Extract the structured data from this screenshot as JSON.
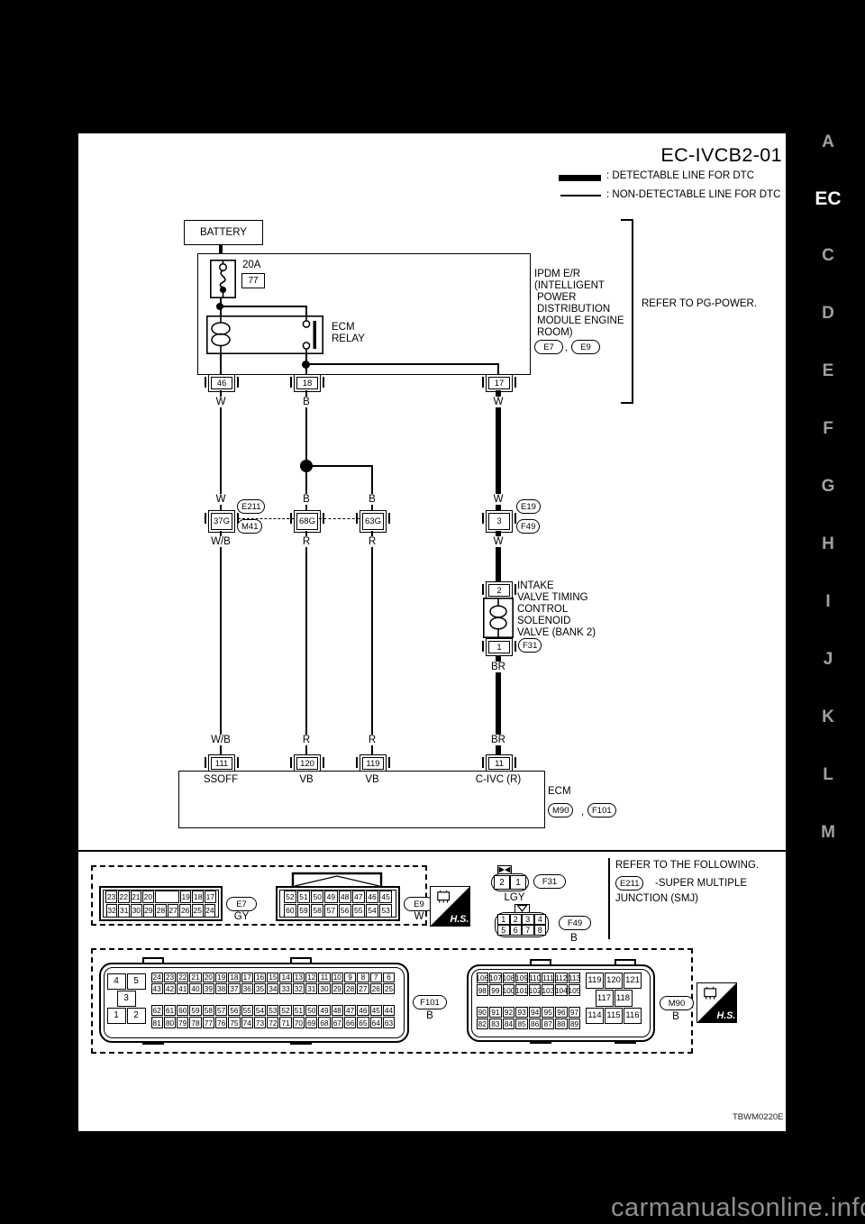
{
  "page": {
    "title": "EC-IVCB2-01",
    "code": "TBWM0220E",
    "watermark": "carmanualsonline.info"
  },
  "legend": {
    "detectable": ": DETECTABLE LINE FOR DTC",
    "non_detectable": ": NON-DETECTABLE LINE FOR DTC"
  },
  "side_tabs": {
    "items": [
      "A",
      "EC",
      "C",
      "D",
      "E",
      "F",
      "G",
      "H",
      "I",
      "J",
      "K",
      "L",
      "M"
    ],
    "active": "EC"
  },
  "diagram": {
    "battery": "BATTERY",
    "fuse_rating": "20A",
    "fuse_number": "77",
    "relay_line1": "ECM",
    "relay_line2": "RELAY",
    "ipdm_lines": [
      "IPDM E/R",
      "(INTELLIGENT",
      "POWER",
      "DISTRIBUTION",
      "MODULE ENGINE",
      "ROOM)"
    ],
    "ipdm_conn1": "E7",
    "ipdm_conn2": "E9",
    "comma": ",",
    "refer_pg": "REFER TO PG-POWER.",
    "term46": "46",
    "term18": "18",
    "term17": "17",
    "conn37g": "37G",
    "conn68g": "68G",
    "conn63g": "63G",
    "conn3": "3",
    "ref_e211": "E211",
    "ref_m41": "M41",
    "ref_e19": "E19",
    "ref_f49": "F49",
    "wire": {
      "w1": "W",
      "b1": "B",
      "w2": "W",
      "w3": "W",
      "b2": "B",
      "b3": "B",
      "w4": "W",
      "wb1": "W/B",
      "r1": "R",
      "r2": "R",
      "w5": "W",
      "br1": "BR",
      "wb2": "W/B",
      "r3": "R",
      "r4": "R",
      "br2": "BR"
    },
    "solenoid_lines": [
      "INTAKE",
      "VALVE TIMING",
      "CONTROL",
      "SOLENOID",
      "VALVE (BANK 2)"
    ],
    "sol_t2": "2",
    "sol_t1": "1",
    "ref_f31": "F31",
    "term111": "111",
    "term120": "120",
    "term119": "119",
    "term11": "11",
    "sig_ssoff": "SSOFF",
    "sig_vb1": "VB",
    "sig_vb2": "VB",
    "sig_civc": "C-IVC (R)",
    "ecm_label": "ECM",
    "ref_m90": "M90",
    "ref_f101": "F101"
  },
  "footer": {
    "hs": "H.S.",
    "refer_following": "REFER TO THE FOLLOWING.",
    "smj_ref": "E211",
    "smj_line1": "-SUPER MULTIPLE",
    "smj_line2": "JUNCTION (SMJ)",
    "e7": {
      "ref": "E7",
      "color": "GY",
      "pins": [
        [
          "23",
          "22",
          "21",
          "20",
          "",
          "19",
          "18",
          "17"
        ],
        [
          "32",
          "31",
          "30",
          "29",
          "28",
          "27",
          "26",
          "25",
          "24"
        ]
      ]
    },
    "e9": {
      "ref": "E9",
      "color": "W",
      "pins": [
        [
          "52",
          "51",
          "50",
          "49",
          "48",
          "47",
          "46",
          "45"
        ],
        [
          "60",
          "59",
          "58",
          "57",
          "56",
          "55",
          "54",
          "53"
        ]
      ]
    },
    "f31": {
      "ref": "F31",
      "color": "LGY",
      "pins": [
        [
          "2",
          "1"
        ]
      ]
    },
    "f49": {
      "ref": "F49",
      "color": "B",
      "pins": [
        [
          "1",
          "2",
          "3",
          "4"
        ],
        [
          "5",
          "6",
          "7",
          "8"
        ]
      ]
    },
    "f101": {
      "ref": "F101",
      "color": "B",
      "small": [
        [
          "4",
          "5"
        ],
        [
          "3"
        ],
        [
          "1",
          "2"
        ]
      ],
      "grid_top": [
        [
          "24",
          "23",
          "22",
          "21",
          "20",
          "19",
          "18",
          "17",
          "16",
          "15",
          "14",
          "13",
          "12",
          "11",
          "10",
          "9",
          "8",
          "7",
          "6"
        ],
        [
          "43",
          "42",
          "41",
          "40",
          "39",
          "38",
          "37",
          "36",
          "35",
          "34",
          "33",
          "32",
          "31",
          "30",
          "29",
          "28",
          "27",
          "26",
          "25"
        ]
      ],
      "grid_bottom": [
        [
          "62",
          "61",
          "60",
          "59",
          "58",
          "57",
          "56",
          "55",
          "54",
          "53",
          "52",
          "51",
          "50",
          "49",
          "48",
          "47",
          "46",
          "45",
          "44"
        ],
        [
          "81",
          "80",
          "79",
          "78",
          "77",
          "76",
          "75",
          "74",
          "73",
          "72",
          "71",
          "70",
          "69",
          "68",
          "67",
          "66",
          "65",
          "64",
          "63"
        ]
      ]
    },
    "m90": {
      "ref": "M90",
      "color": "B",
      "grid_top": [
        [
          "106",
          "107",
          "108",
          "109",
          "110",
          "111",
          "112",
          "113"
        ],
        [
          "98",
          "99",
          "100",
          "101",
          "102",
          "103",
          "104",
          "105"
        ]
      ],
      "grid_bottom": [
        [
          "90",
          "91",
          "92",
          "93",
          "94",
          "95",
          "96",
          "97"
        ],
        [
          "82",
          "83",
          "84",
          "85",
          "86",
          "87",
          "88",
          "89"
        ]
      ],
      "grid_right": [
        [
          "119",
          "120",
          "121"
        ],
        [
          "117",
          "118"
        ],
        [
          "114",
          "115",
          "116"
        ]
      ]
    }
  }
}
